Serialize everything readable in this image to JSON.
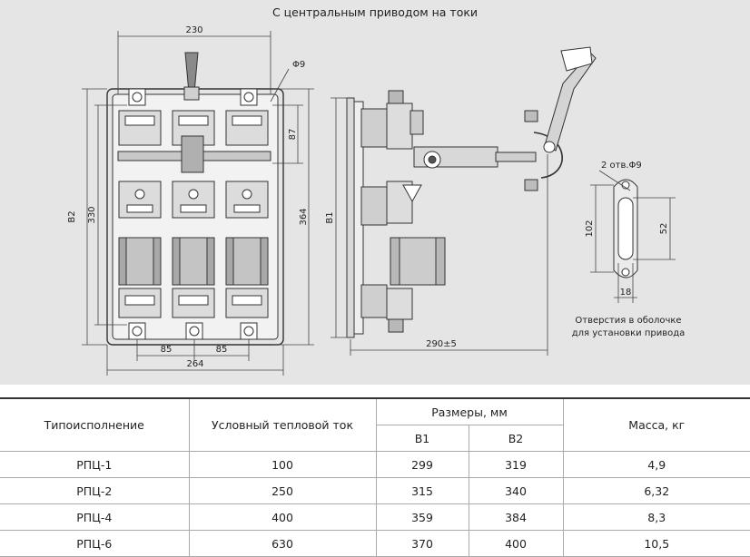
{
  "drawing": {
    "title": "С центральным приводом на токи",
    "front_view": {
      "dim_width_top": "230",
      "dim_hole": "Φ9",
      "dim_87": "87",
      "dim_b2": "B2",
      "dim_330": "330",
      "dim_364": "364",
      "dim_85_left": "85",
      "dim_85_right": "85",
      "dim_264": "264"
    },
    "side_view": {
      "dim_b1": "B1",
      "dim_290": "290±5"
    },
    "detail_view": {
      "dim_holes": "2 отв.Φ9",
      "dim_102": "102",
      "dim_52": "52",
      "dim_18": "18",
      "caption_line1": "Отверстия в оболочке",
      "caption_line2": "для установки привода"
    }
  },
  "table": {
    "headers": {
      "type": "Типоисполнение",
      "current": "Условный тепловой ток",
      "dimensions": "Размеры, мм",
      "b1": "B1",
      "b2": "B2",
      "mass": "Масса, кг"
    },
    "rows": [
      {
        "type": "РПЦ-1",
        "current": "100",
        "b1": "299",
        "b2": "319",
        "mass": "4,9"
      },
      {
        "type": "РПЦ-2",
        "current": "250",
        "b1": "315",
        "b2": "340",
        "mass": "6,32"
      },
      {
        "type": "РПЦ-4",
        "current": "400",
        "b1": "359",
        "b2": "384",
        "mass": "8,3"
      },
      {
        "type": "РПЦ-6",
        "current": "630",
        "b1": "370",
        "b2": "400",
        "mass": "10,5"
      }
    ]
  }
}
